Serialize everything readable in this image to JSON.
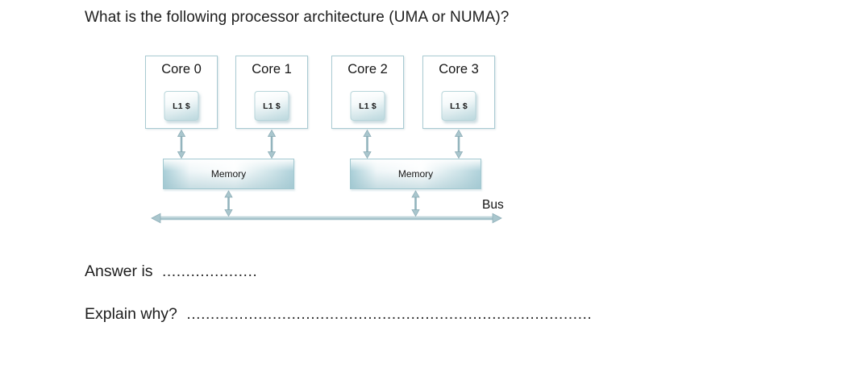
{
  "question": {
    "title": "What is the following processor architecture (UMA or NUMA)?"
  },
  "diagram": {
    "cores": [
      {
        "label": "Core 0",
        "cache": "L1 $"
      },
      {
        "label": "Core 1",
        "cache": "L1 $"
      },
      {
        "label": "Core 2",
        "cache": "L1 $"
      },
      {
        "label": "Core 3",
        "cache": "L1 $"
      }
    ],
    "memories": [
      {
        "label": "Memory"
      },
      {
        "label": "Memory"
      }
    ],
    "bus": {
      "label": "Bus"
    },
    "colors": {
      "arrow_shaft": "#93b4bd",
      "arrow_head_fill": "#a9c6cd",
      "arrow_head_stroke": "#88a9b3",
      "bus_shaft": "#a3c2ca",
      "core_border": "#a9cad2",
      "memory_border": "#a2c8d0",
      "memory_teal": "#aacfd8",
      "cache_teal": "#d2e6ea"
    }
  },
  "answer_section": {
    "answer_label": "Answer is",
    "answer_dots": "....................",
    "explain_label": "Explain why?",
    "explain_dots": "....................................................................................."
  }
}
